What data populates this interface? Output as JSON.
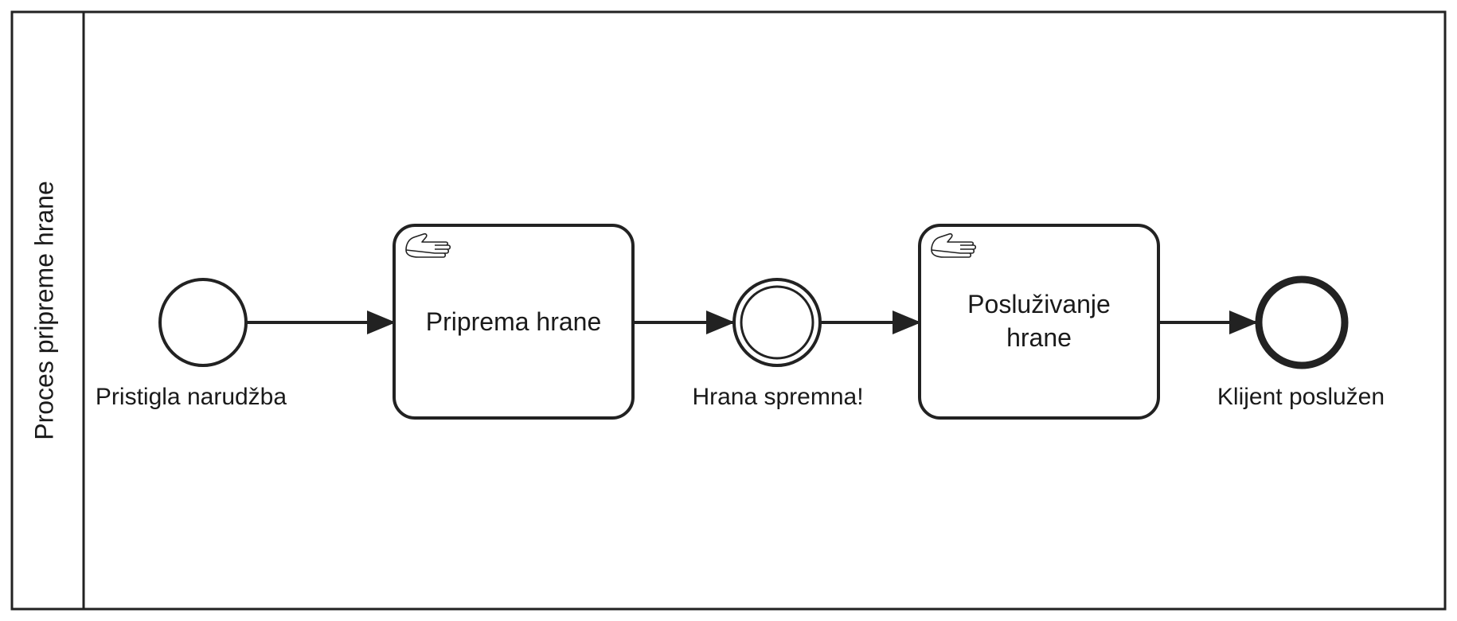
{
  "pool": {
    "label": "Proces pripreme hrane"
  },
  "events": {
    "start": {
      "label": "Pristigla narudžba",
      "type": "start-event"
    },
    "intermediate": {
      "label": "Hrana spremna!",
      "type": "intermediate-event"
    },
    "end": {
      "label": "Klijent poslužen",
      "type": "end-event"
    }
  },
  "tasks": {
    "task1": {
      "label_lines": [
        "Priprema hrane"
      ],
      "icon": "hand-icon",
      "type": "manual-task"
    },
    "task2": {
      "label_lines": [
        "Posluživanje",
        "hrane"
      ],
      "icon": "hand-icon",
      "type": "manual-task"
    }
  },
  "colors": {
    "stroke": "#222222",
    "fill": "#ffffff",
    "text": "#1a1a1a"
  }
}
